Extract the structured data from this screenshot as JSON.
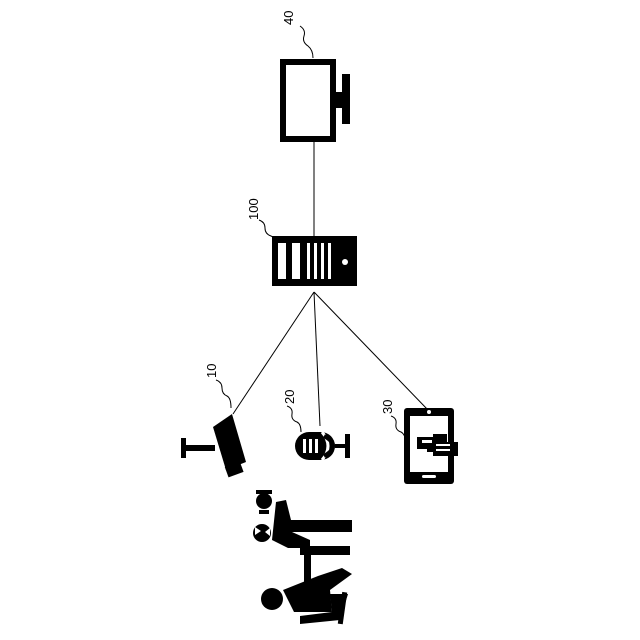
{
  "figure": {
    "nodes": [
      {
        "id": "monitor",
        "label": "40",
        "icon": "monitor-icon"
      },
      {
        "id": "server",
        "label": "100",
        "icon": "server-icon"
      },
      {
        "id": "camera",
        "label": "10",
        "icon": "camera-icon"
      },
      {
        "id": "microphone",
        "label": "20",
        "icon": "microphone-icon"
      },
      {
        "id": "tablet",
        "label": "30",
        "icon": "tablet-icon"
      }
    ],
    "edges": [
      {
        "from": "server",
        "to": "monitor"
      },
      {
        "from": "server",
        "to": "camera"
      },
      {
        "from": "server",
        "to": "microphone"
      },
      {
        "from": "server",
        "to": "tablet"
      }
    ],
    "scene": {
      "icon": "doctor-patient-icon"
    },
    "colors": {
      "ink": "#000000",
      "background": "#ffffff"
    }
  }
}
